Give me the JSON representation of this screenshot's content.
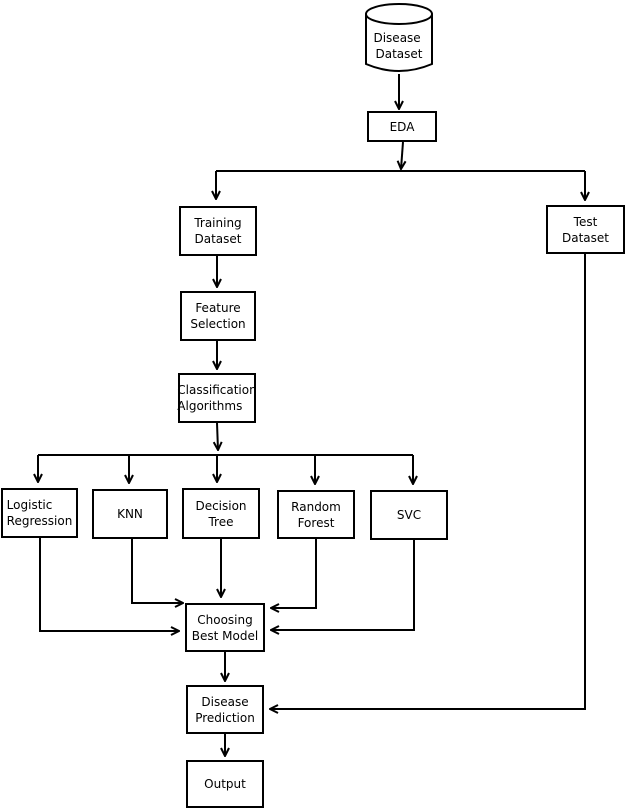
{
  "nodes": {
    "disease_dataset": "Disease\nDataset",
    "eda": "EDA",
    "training_dataset": "Training\nDataset",
    "test_dataset": "Test\nDataset",
    "feature_selection": "Feature\nSelection",
    "classification_algorithms": "Classification\nAlgorithms",
    "logistic_regression": "Logistic\nRegression",
    "knn": "KNN",
    "decision_tree": "Decision\nTree",
    "random_forest": "Random\nForest",
    "svc": "SVC",
    "choosing_best_model": "Choosing\nBest Model",
    "disease_prediction": "Disease\nPrediction",
    "output": "Output"
  }
}
